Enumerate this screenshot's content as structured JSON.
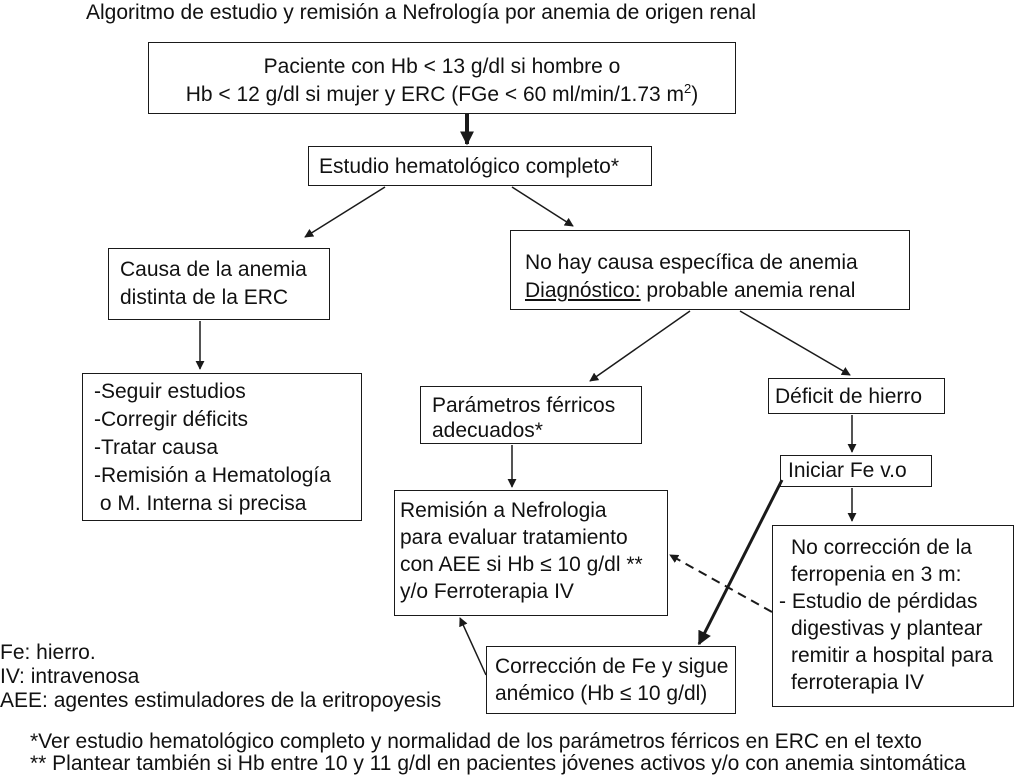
{
  "title": "Algoritmo de estudio y remisión a Nefrología por anemia de origen renal",
  "nodes": {
    "patient": {
      "line1": "Paciente con Hb < 13 g/dl si hombre o",
      "line2_pre": "Hb < 12 g/dl si mujer y ERC (FGe < 60 ml/min/1.73 m",
      "line2_sup": "2",
      "line2_post": ")"
    },
    "study": {
      "label": "Estudio hematológico completo*"
    },
    "other_cause": {
      "line1": "Causa de la anemia",
      "line2": "distinta de la ERC"
    },
    "no_cause": {
      "line1": "No hay causa específica de anemia",
      "line2_underlined": "Diagnóstico:",
      "line2_rest": " probable anemia renal"
    },
    "actions": {
      "items": [
        "-Seguir estudios",
        "-Corregir déficits",
        "-Tratar causa",
        "-Remisión a Hematología",
        " o M. Interna si precisa"
      ]
    },
    "params_ok": {
      "line1": "Parámetros férricos",
      "line2": "adecuados*"
    },
    "iron_deficit": {
      "label": "Déficit de hierro"
    },
    "start_fe": {
      "label": "Iniciar Fe v.o"
    },
    "referral": {
      "lines": [
        "Remisión a Nefrologia",
        "para evaluar tratamiento",
        "con AEE si Hb ≤ 10 g/dl **",
        "y/o Ferroterapia IV"
      ]
    },
    "no_correction": {
      "lines": [
        "No corrección de la",
        "ferropenia en 3 m:",
        "- Estudio de pérdidas",
        "digestivas y plantear",
        "remitir a hospital para",
        "ferroterapia IV"
      ]
    },
    "fe_corrected": {
      "line1": "Corrección de Fe y sigue",
      "line2": "anémico (Hb ≤ 10 g/dl)"
    }
  },
  "legend": {
    "fe": "Fe: hierro.",
    "iv": "IV: intravenosa",
    "aee": "AEE: agentes estimuladores de la eritropoyesis"
  },
  "footnotes": {
    "single": "*Ver estudio hematológico completo y normalidad de los parámetros férricos en ERC en el texto",
    "double": "** Plantear también si Hb entre 10 y 11 g/dl en pacientes jóvenes activos y/o con anemia sintomática"
  }
}
